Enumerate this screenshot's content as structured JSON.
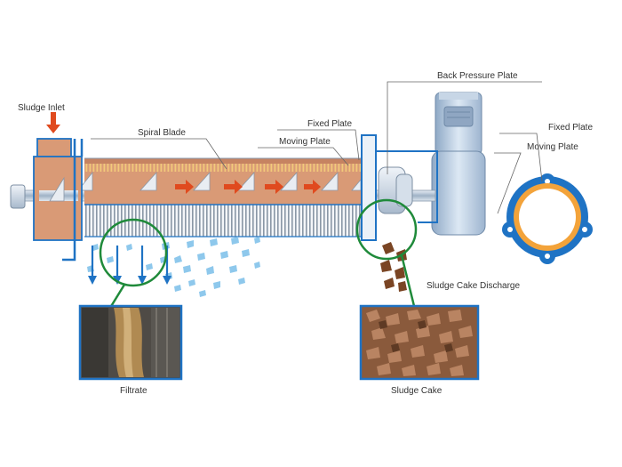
{
  "labels": {
    "sludge_inlet": "Sludge Inlet",
    "spiral_blade": "Spiral Blade",
    "fixed_plate_main": "Fixed Plate",
    "moving_plate_main": "Moving Plate",
    "back_pressure_plate": "Back Pressure Plate",
    "fixed_plate_ring": "Fixed Plate",
    "moving_plate_ring": "Moving Plate",
    "sludge_cake_discharge": "Sludge Cake Discharge",
    "filtrate": "Filtrate",
    "sludge_cake": "Sludge Cake"
  },
  "colors": {
    "sludge": "#d99a76",
    "housing_blue": "#1f73c4",
    "callout_green": "#1f8a3a",
    "flow_arrow": "#e04a1e",
    "filtrate_drop": "#8ec8ec",
    "ring_orange": "#f3a33a",
    "cake_brown": "#7a4524",
    "motor": "#b9cde3"
  },
  "icons": {
    "inlet_arrow": "down-arrow",
    "flow_arrows": "right-arrow",
    "filtrate_arrows": "down-arrow"
  }
}
